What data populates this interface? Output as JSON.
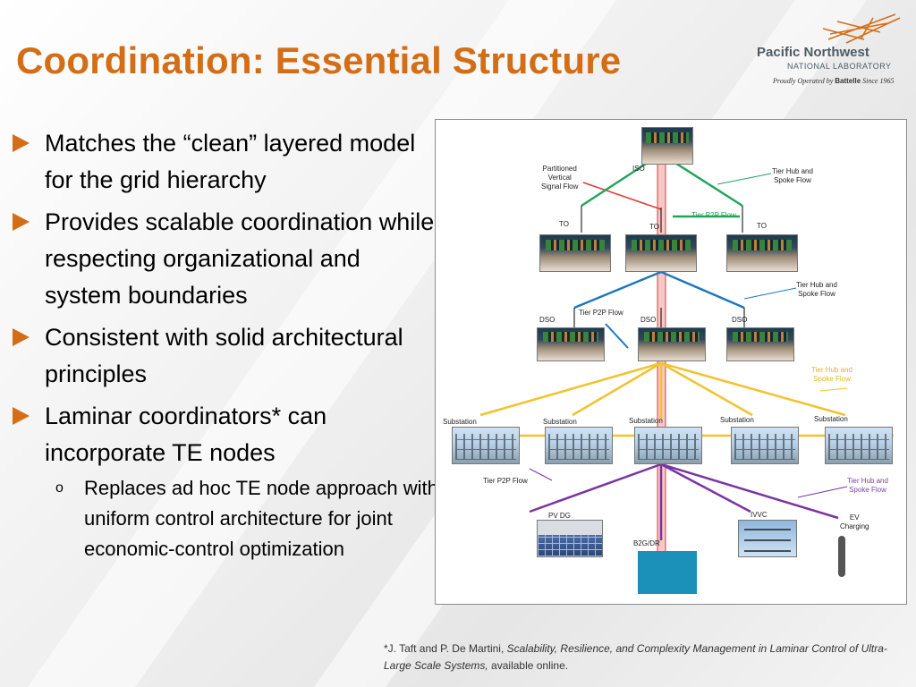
{
  "slide": {
    "title": "Coordination: Essential Structure",
    "accent_color": "#d46e16"
  },
  "logo": {
    "org": "Pacific Northwest",
    "sub": "NATIONAL LABORATORY",
    "tagline_prefix": "Proudly Operated by ",
    "tagline_brand": "Battelle",
    "tagline_suffix": " Since 1965",
    "icon": "pnnl-network-logo-icon"
  },
  "bullets": [
    {
      "text": "Matches the “clean” layered model for the grid hierarchy"
    },
    {
      "text": "Provides scalable coordination while respecting organizational and system boundaries"
    },
    {
      "text": "Consistent with solid architectural principles"
    },
    {
      "text": "Laminar coordinators* can incorporate TE nodes"
    }
  ],
  "sub_bullets": [
    {
      "marker": "o",
      "text": "Replaces ad hoc TE node approach with uniform control architecture  for joint economic-control optimization"
    }
  ],
  "diagram": {
    "colors": {
      "green": "#22a55a",
      "blue": "#1f77c0",
      "yellow": "#f2c230",
      "purple": "#7a35a3",
      "red": "#e03a3a"
    },
    "labels": {
      "partitioned": [
        "Partitioned",
        "Vertical",
        "Signal Flow"
      ],
      "iso": "ISO",
      "tier_hub_1": [
        "Tier Hub and",
        "Spoke Flow"
      ],
      "tier_p2p_1": "Tier P2P Flow",
      "to_left": "TO",
      "to_center": "TO",
      "to_right": "TO",
      "tier_hub_2": [
        "Tier Hub and",
        "Spoke Flow"
      ],
      "tier_p2p_2": "Tier P2P Flow",
      "dso_left": "DSO",
      "dso_center": "DSO",
      "dso_right": "DSO",
      "tier_hub_3": [
        "Tier Hub and",
        "Spoke Flow"
      ],
      "substations": [
        "Substation",
        "Substation",
        "Substation",
        "Substation",
        "Substation"
      ],
      "tier_p2p_3": "Tier P2P Flow",
      "tier_hub_4": [
        "Tier Hub and",
        "Spoke Flow"
      ],
      "pv_dg": "PV DG",
      "ivvc": "IVVC",
      "ev": [
        "EV",
        "Charging"
      ],
      "b2g": "B2G/DR"
    }
  },
  "footnote": {
    "authors": "*J. Taft and P. De Martini, ",
    "title_italic": "Scalability, Resilience, and Complexity Management in Laminar Control of Ultra-Large Scale Systems,",
    "suffix": " available online."
  }
}
